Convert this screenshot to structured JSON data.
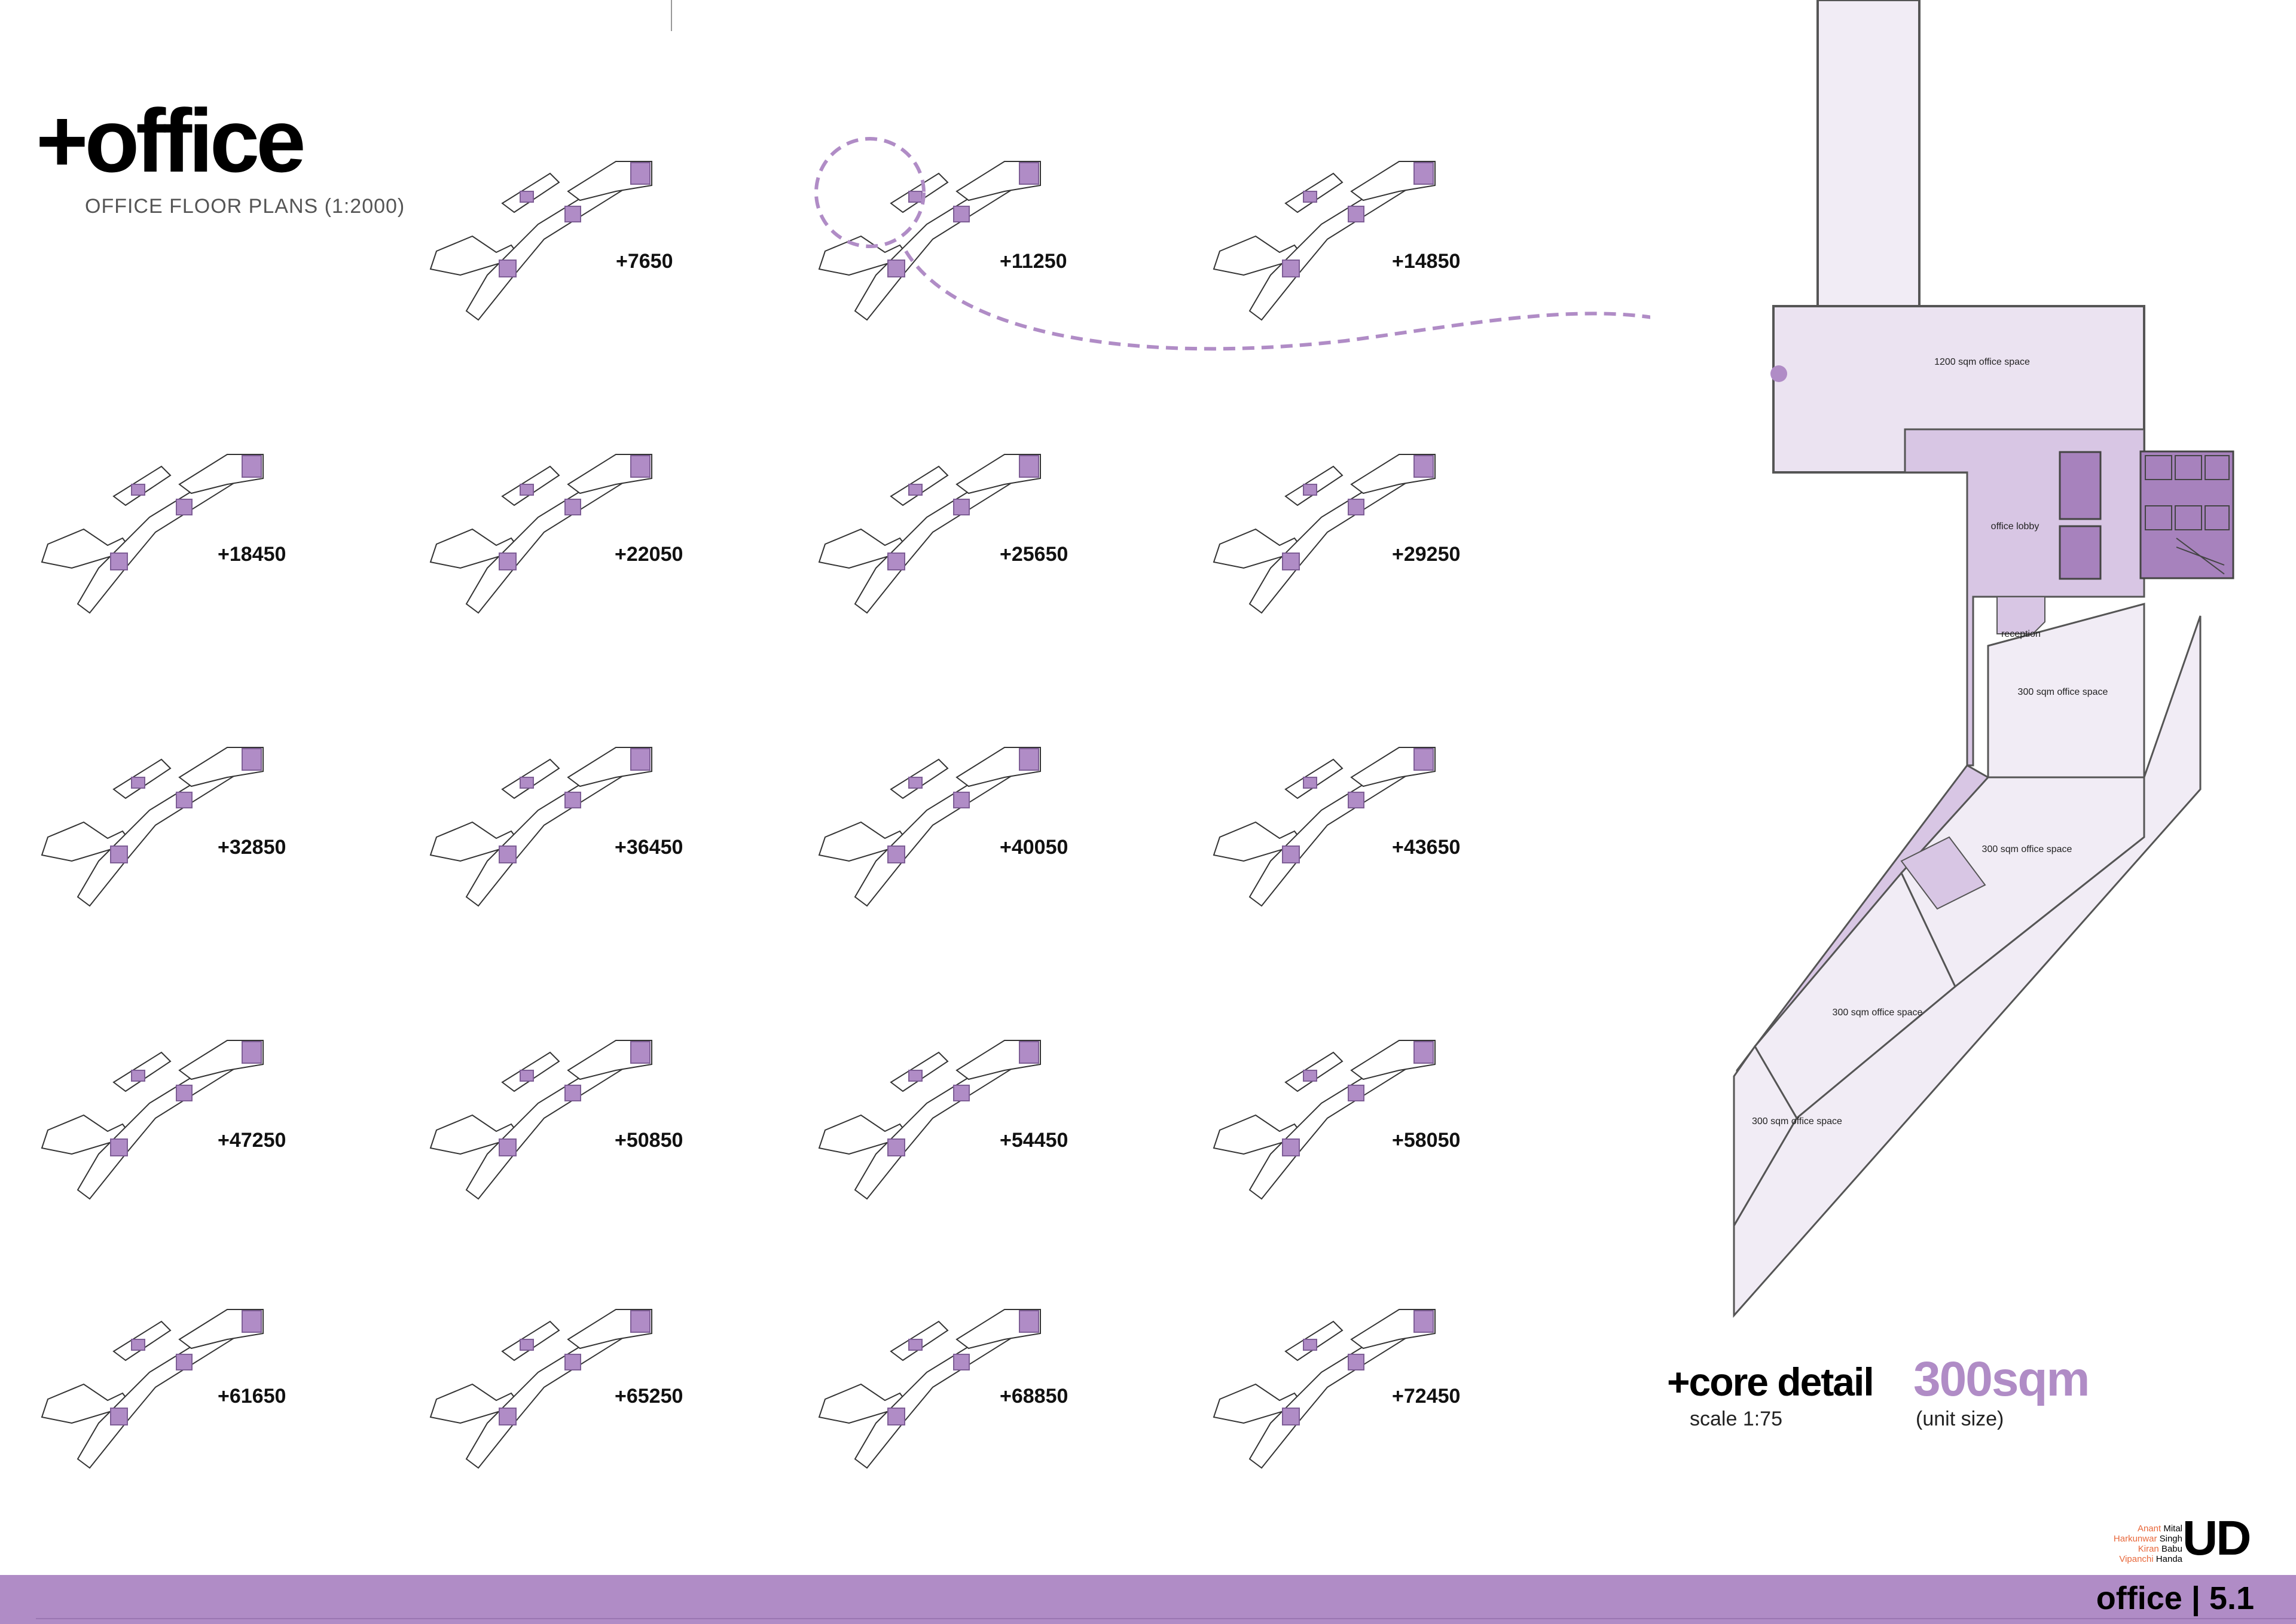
{
  "header": {
    "title": "+office",
    "subtitle": "OFFICE FLOOR PLANS (1:2000)"
  },
  "levels": [
    "+7650",
    "+11250",
    "+14850",
    "+18450",
    "+22050",
    "+25650",
    "+29250",
    "+32850",
    "+36450",
    "+40050",
    "+43650",
    "+47250",
    "+50850",
    "+54450",
    "+58050",
    "+61650",
    "+65250",
    "+68850",
    "+72450"
  ],
  "plan": {
    "spaces": {
      "large": "1200 sqm office space",
      "lobby": "office lobby",
      "reception": "reception",
      "unit_a": "300 sqm office space",
      "unit_b": "300 sqm office space",
      "unit_c": "300 sqm office space",
      "unit_d": "300 sqm office space"
    }
  },
  "core_detail": {
    "title": "+core detail",
    "scale": "scale 1:75",
    "unit_size": "300sqm",
    "unit_size_label": "(unit size)"
  },
  "credits": [
    {
      "first": "Anant",
      "last": "Mital"
    },
    {
      "first": "Harkunwar",
      "last": "Singh"
    },
    {
      "first": "Kiran",
      "last": "Babu"
    },
    {
      "first": "Vipanchi",
      "last": "Handa"
    }
  ],
  "logo": "UD",
  "footer": {
    "page_label": "office | 5.1"
  },
  "colors": {
    "accent": "#b08cc6",
    "plan_light": "#f1ecf5",
    "plan_mid": "#d8c6e4",
    "plan_dark": "#a782bd"
  }
}
